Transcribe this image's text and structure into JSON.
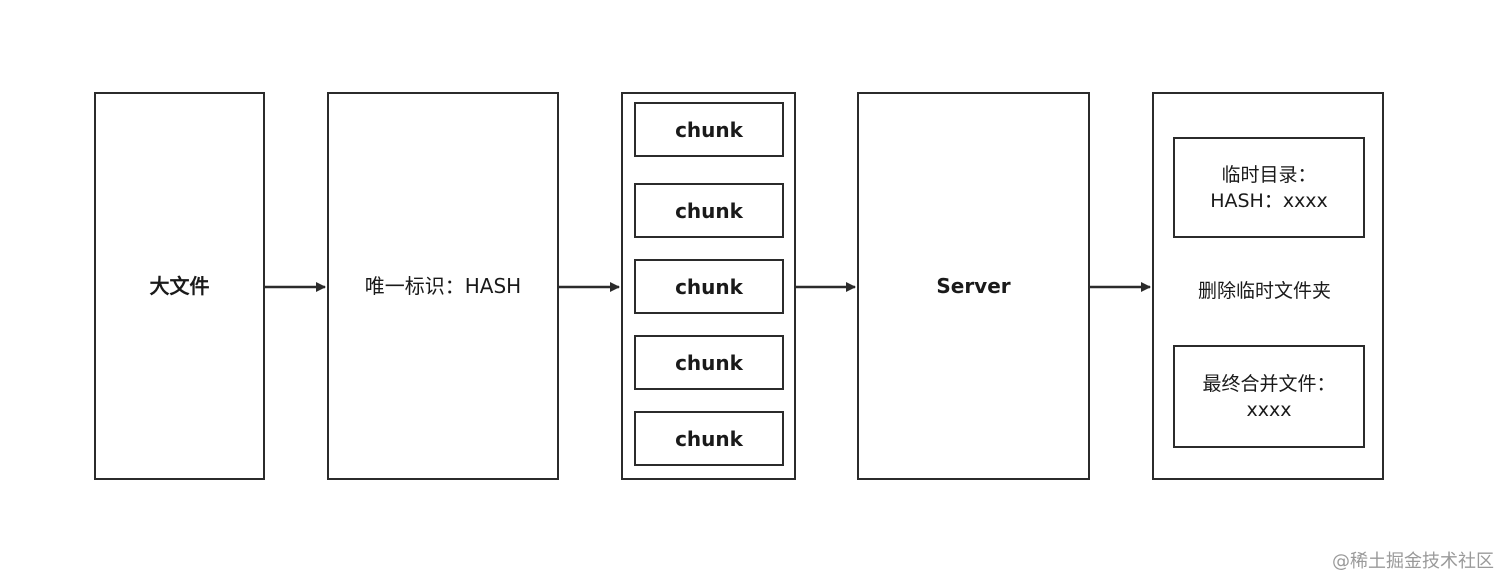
{
  "nodes": {
    "big_file": "大文件",
    "hash_id": "唯一标识：HASH",
    "chunks": [
      "chunk",
      "chunk",
      "chunk",
      "chunk",
      "chunk"
    ],
    "server": "Server",
    "temp_dir_line1": "临时目录：",
    "temp_dir_line2": "HASH：xxxx",
    "delete_label": "删除临时文件夹",
    "final_line1": "最终合并文件：",
    "final_line2": "xxxx"
  },
  "watermark": "@稀土掘金技术社区",
  "colors": {
    "stroke": "#2b2b2b",
    "watermark": "#9a9a9a"
  }
}
